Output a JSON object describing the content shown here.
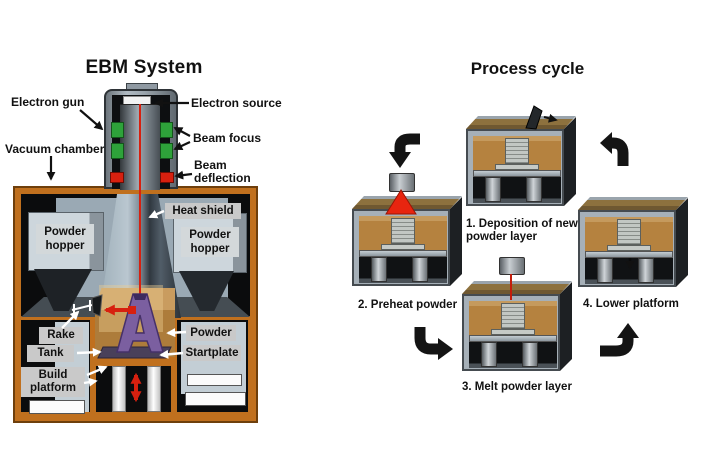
{
  "left": {
    "title": "EBM System",
    "callouts": {
      "electron_gun": "Electron gun",
      "vacuum_chamber": "Vacuum chamber",
      "electron_source": "Electron source",
      "beam_focus": "Beam focus",
      "beam_deflection1": "Beam",
      "beam_deflection2": "deflection",
      "heat_shield": "Heat shield",
      "powder_hopper1": "Powder",
      "powder_hopper2": "hopper",
      "rake": "Rake",
      "tank": "Tank",
      "build_platform1": "Build",
      "build_platform2": "platform",
      "powder": "Powder",
      "startplate": "Startplate"
    }
  },
  "right": {
    "title": "Process cycle",
    "steps": [
      {
        "line1": "1. Deposition of new",
        "line2": "powder layer"
      },
      {
        "line1": "2. Preheat powder",
        "line2": ""
      },
      {
        "line1": "3. Melt powder layer",
        "line2": ""
      },
      {
        "line1": "4. Lower platform",
        "line2": ""
      }
    ]
  },
  "colors": {
    "chamber_orange": "#c0701e",
    "powder_tan": "#b5823f",
    "part_purple": "#7b5fa0",
    "beam_red": "#d7200f",
    "focus_green": "#2ea23a",
    "label_gray": "#c9c9c9"
  }
}
